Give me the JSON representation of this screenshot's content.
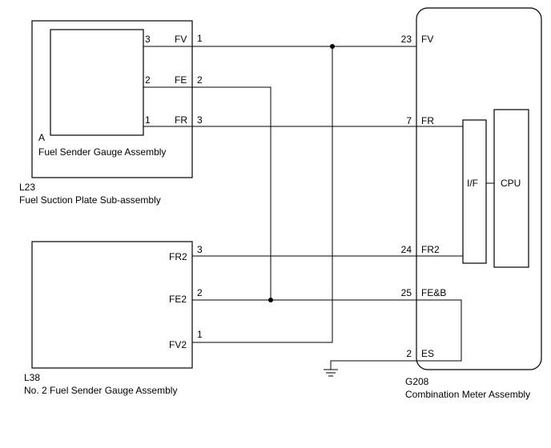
{
  "l23": {
    "code": "L23",
    "name": "Fuel Suction Plate Sub-assembly",
    "inner_label": "A",
    "inner_name": "Fuel Sender Gauge Assembly",
    "inner_pins": [
      "3",
      "2",
      "1"
    ],
    "pins": [
      "FV",
      "FE",
      "FR"
    ],
    "connector_pins": [
      "1",
      "2",
      "3"
    ]
  },
  "l38": {
    "code": "L38",
    "name": "No. 2 Fuel Sender Gauge Assembly",
    "pins": [
      "FR2",
      "FE2",
      "FV2"
    ],
    "connector_pins": [
      "3",
      "2",
      "1"
    ]
  },
  "g208": {
    "code": "G208",
    "name": "Combination Meter Assembly",
    "pin_numbers": [
      "23",
      "7",
      "24",
      "25",
      "2"
    ],
    "pin_names": [
      "FV",
      "FR",
      "FR2",
      "FE&B",
      "ES"
    ],
    "interface_label": "I/F",
    "cpu_label": "CPU"
  }
}
